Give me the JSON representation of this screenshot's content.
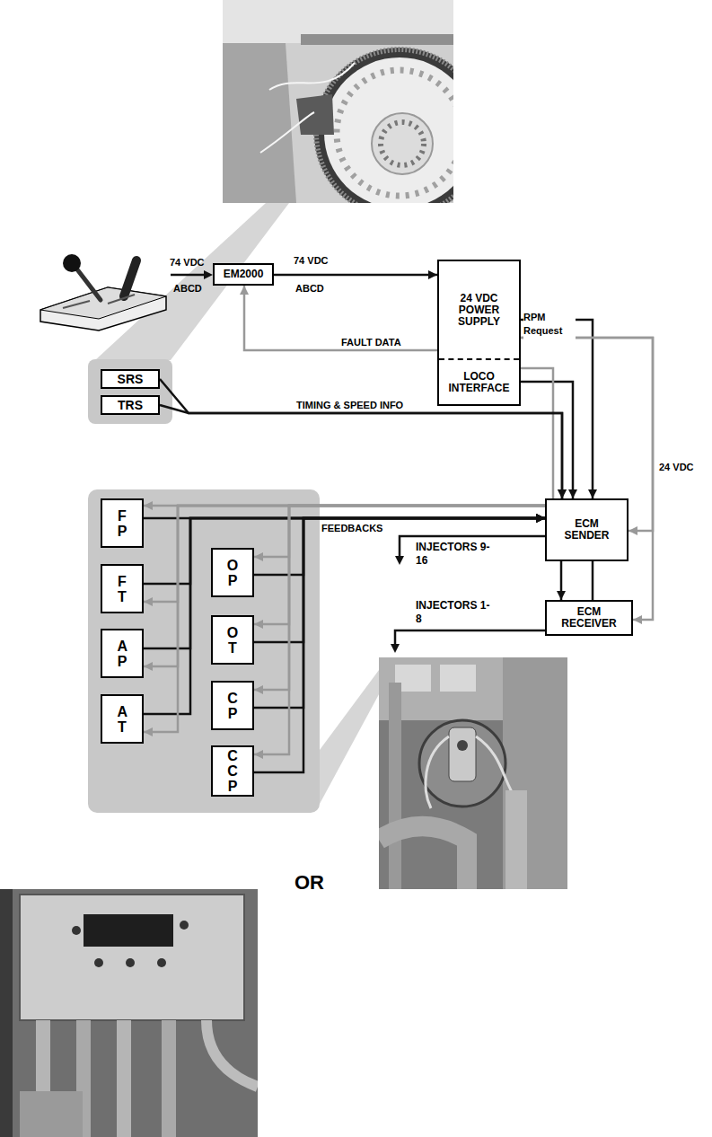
{
  "diagram": {
    "nodes": [
      {
        "text": [
          "EM2000"
        ]
      },
      {
        "text": [
          "24 VDC POWER SUPPLY",
          "LOCO INTERFACE"
        ]
      },
      {
        "text": [
          "SRS"
        ]
      },
      {
        "text": [
          "TRS"
        ]
      },
      {
        "text": [
          "F P"
        ]
      },
      {
        "text": [
          "F T"
        ]
      },
      {
        "text": [
          "A P"
        ]
      },
      {
        "text": [
          "A T"
        ]
      },
      {
        "text": [
          "O P"
        ]
      },
      {
        "text": [
          "O T"
        ]
      },
      {
        "text": [
          "C P"
        ]
      },
      {
        "text": [
          "C C P"
        ]
      },
      {
        "text": [
          "ECM SENDER"
        ]
      },
      {
        "text": [
          "ECM RECEIVER"
        ]
      }
    ],
    "edges": [
      {
        "from": 0,
        "to": 1,
        "arrow": "to",
        "label": "74 VDC"
      },
      {
        "from": 1,
        "to": 0,
        "arrow": "to",
        "label": "FAULT DATA"
      },
      {
        "from": 1,
        "to": 12,
        "arrow": "to",
        "label": "RPM Request"
      },
      {
        "from": 1,
        "to": 12,
        "arrow": "to"
      },
      {
        "from": 12,
        "to": 1,
        "arrow": "none"
      },
      {
        "from": 1,
        "to": 12,
        "arrow": "to",
        "label": "24 VDC"
      },
      {
        "from": 1,
        "to": 13,
        "arrow": "to"
      },
      {
        "from": 2,
        "to": 12,
        "arrow": "to",
        "label": "TIMING & SPEED INFO"
      },
      {
        "from": 3,
        "to": 12,
        "arrow": "to"
      },
      {
        "from": 4,
        "to": 12,
        "arrow": "to",
        "label": "FEEDBACKS"
      },
      {
        "from": 5,
        "to": 12,
        "arrow": "to"
      },
      {
        "from": 6,
        "to": 12,
        "arrow": "to"
      },
      {
        "from": 7,
        "to": 12,
        "arrow": "to"
      },
      {
        "from": 8,
        "to": 12,
        "arrow": "to"
      },
      {
        "from": 9,
        "to": 12,
        "arrow": "to"
      },
      {
        "from": 10,
        "to": 12,
        "arrow": "to"
      },
      {
        "from": 11,
        "to": 12,
        "arrow": "to"
      },
      {
        "from": 12,
        "to": 4,
        "arrow": "to"
      },
      {
        "from": 12,
        "to": 5,
        "arrow": "to"
      },
      {
        "from": 12,
        "to": 6,
        "arrow": "to"
      },
      {
        "from": 12,
        "to": 7,
        "arrow": "to"
      },
      {
        "from": 12,
        "to": 8,
        "arrow": "to"
      },
      {
        "from": 12,
        "to": 9,
        "arrow": "to"
      },
      {
        "from": 12,
        "to": 10,
        "arrow": "to"
      },
      {
        "from": 12,
        "to": 11,
        "arrow": "to"
      },
      {
        "from": 12,
        "to": 13,
        "arrow": "to"
      },
      {
        "from": 13,
        "to": 12,
        "arrow": "to"
      }
    ],
    "labels": [
      "74 VDC",
      "ABCD",
      "ABCD",
      "INJECTORS 9-16",
      "INJECTORS 1-8",
      "OR"
    ]
  }
}
